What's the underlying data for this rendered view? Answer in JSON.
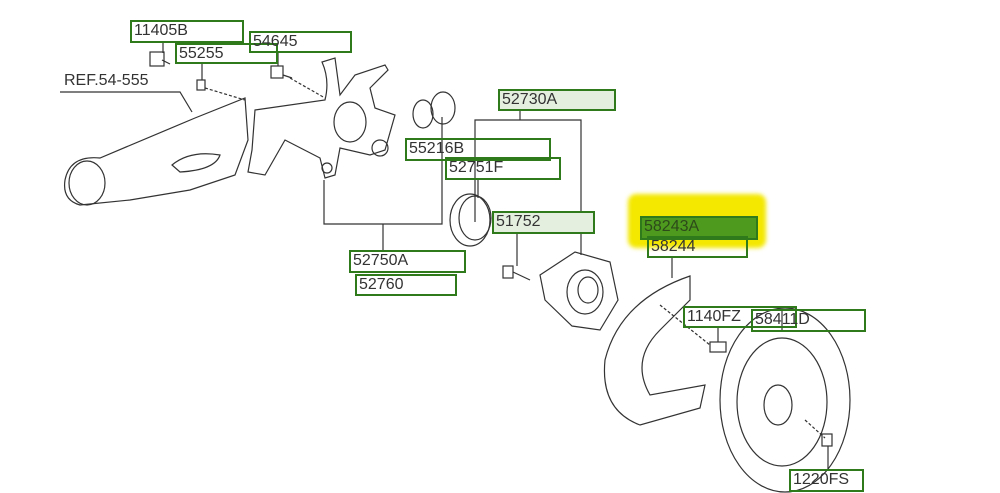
{
  "reference": "REF.54-555",
  "colors": {
    "label_border": "#2f7a1a",
    "highlight": "#f4e800",
    "selected_fill": "#4e9a1e"
  },
  "labels": {
    "p11405B": "11405B",
    "p55255": "55255",
    "p54645": "54645",
    "p52730A": "52730A",
    "p55216B": "55216B",
    "p52751F": "52751F",
    "p51752": "51752",
    "p58243A": "58243A",
    "p58244": "58244",
    "p52750A": "52750A",
    "p52760": "52760",
    "p1140FZ": "1140FZ",
    "p58411D": "58411D",
    "p1220FS": "1220FS"
  }
}
